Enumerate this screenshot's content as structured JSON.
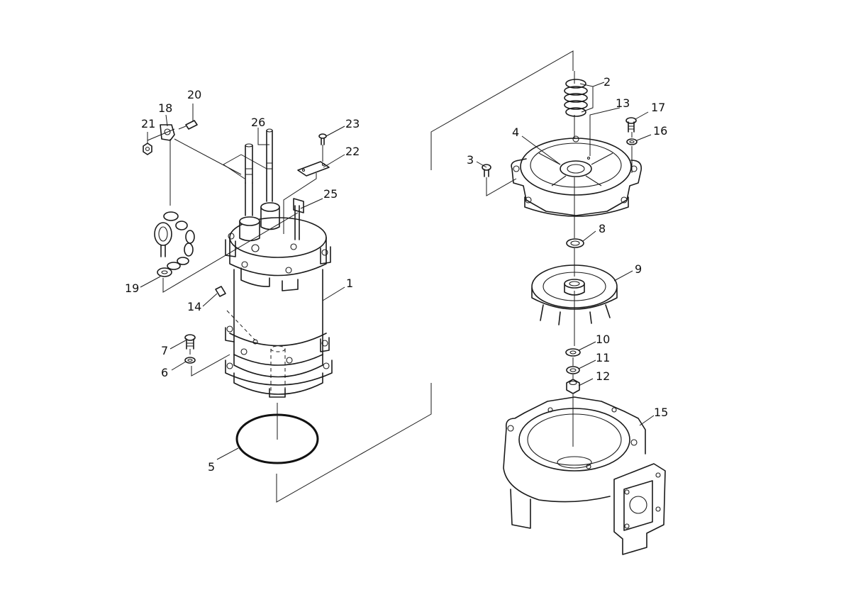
{
  "callouts": [
    {
      "id": "c1",
      "label": "1"
    },
    {
      "id": "c2",
      "label": "2"
    },
    {
      "id": "c3",
      "label": "3"
    },
    {
      "id": "c4",
      "label": "4"
    },
    {
      "id": "c5",
      "label": "5"
    },
    {
      "id": "c6",
      "label": "6"
    },
    {
      "id": "c7",
      "label": "7"
    },
    {
      "id": "c8",
      "label": "8"
    },
    {
      "id": "c9",
      "label": "9"
    },
    {
      "id": "c10",
      "label": "10"
    },
    {
      "id": "c11",
      "label": "11"
    },
    {
      "id": "c12",
      "label": "12"
    },
    {
      "id": "c13",
      "label": "13"
    },
    {
      "id": "c14",
      "label": "14"
    },
    {
      "id": "c15",
      "label": "15"
    },
    {
      "id": "c16",
      "label": "16"
    },
    {
      "id": "c17",
      "label": "17"
    },
    {
      "id": "c18",
      "label": "18"
    },
    {
      "id": "c19",
      "label": "19"
    },
    {
      "id": "c20",
      "label": "20"
    },
    {
      "id": "c21",
      "label": "21"
    },
    {
      "id": "c22",
      "label": "22"
    },
    {
      "id": "c23",
      "label": "23"
    },
    {
      "id": "c25",
      "label": "25"
    },
    {
      "id": "c26",
      "label": "26"
    }
  ]
}
